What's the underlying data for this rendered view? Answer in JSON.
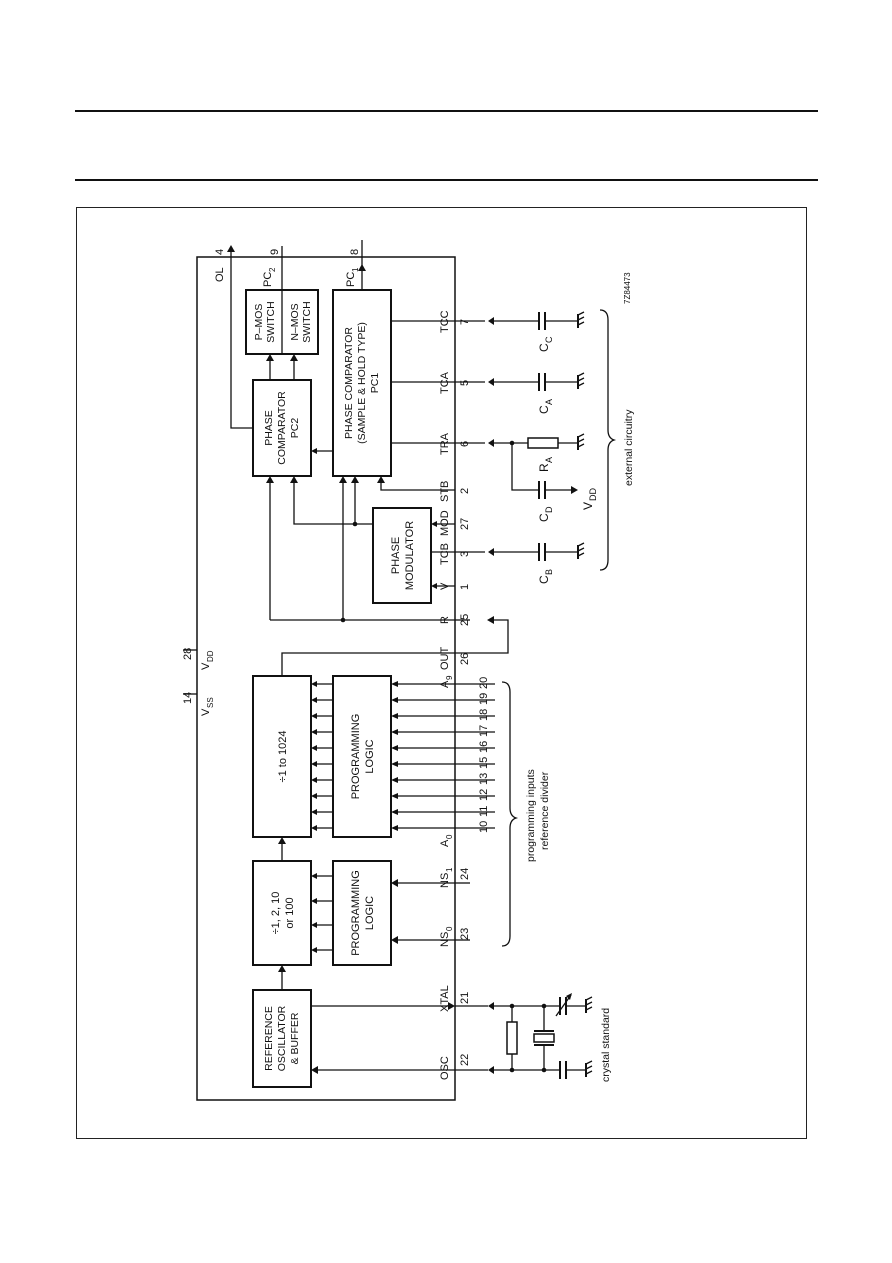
{
  "blocks": {
    "ref_osc": [
      "REFERENCE",
      "OSCILLATOR",
      "& BUFFER"
    ],
    "div_ns": [
      "÷1, 2, 10",
      "or 100"
    ],
    "prog_logic_1": [
      "PROGRAMMING",
      "LOGIC"
    ],
    "div_1024": [
      "÷1 to 1024"
    ],
    "prog_logic_2": [
      "PROGRAMMING",
      "LOGIC"
    ],
    "phase_mod": [
      "PHASE",
      "MODULATOR"
    ],
    "phase_comp_2": [
      "PHASE",
      "COMPARATOR",
      "PC2"
    ],
    "phase_comp_1": [
      "PHASE COMPARATOR",
      "(SAMPLE & HOLD TYPE)",
      "PC1"
    ],
    "pmos_switch": [
      "P–MOS",
      "SWITCH"
    ],
    "nmos_switch": [
      "N–MOS",
      "SWITCH"
    ]
  },
  "pins": {
    "osc": {
      "name": "OSC",
      "num": "22"
    },
    "xtal": {
      "name": "XTAL",
      "num": "21"
    },
    "ns0": {
      "name": "NS",
      "sub": "0",
      "num": "23"
    },
    "ns1": {
      "name": "NS",
      "sub": "1",
      "num": "24"
    },
    "a0": {
      "name": "A",
      "sub": "0"
    },
    "a9": {
      "name": "A",
      "sub": "9"
    },
    "prog_nums": [
      "10",
      "11",
      "12",
      "13",
      "15",
      "16",
      "17",
      "18",
      "19",
      "20"
    ],
    "out": {
      "name": "OUT",
      "num": "26"
    },
    "r": {
      "name": "R",
      "num": "25"
    },
    "v": {
      "name": "V",
      "num": "1"
    },
    "tcb": {
      "name": "TCB",
      "num": "3"
    },
    "mod": {
      "name": "MOD",
      "num": "27"
    },
    "stb": {
      "name": "STB",
      "num": "2"
    },
    "tra": {
      "name": "TRA",
      "num": "6"
    },
    "tca": {
      "name": "TCA",
      "num": "5"
    },
    "tcc": {
      "name": "TCC",
      "num": "7"
    },
    "ol": {
      "name": "OL",
      "num": "4"
    },
    "pc2": {
      "name": "PC",
      "sub": "2",
      "num": "9"
    },
    "pc1": {
      "name": "PC",
      "sub": "1",
      "num": "8"
    },
    "vss": {
      "name": "V",
      "sub": "SS",
      "num": "14"
    },
    "vdd": {
      "name": "V",
      "sub": "DD",
      "num": "28"
    }
  },
  "components": {
    "cb": {
      "name": "C",
      "sub": "B"
    },
    "cd": {
      "name": "C",
      "sub": "D"
    },
    "vdd_ext": {
      "name": "V",
      "sub": "DD"
    },
    "ra": {
      "name": "R",
      "sub": "A"
    },
    "ca": {
      "name": "C",
      "sub": "A"
    },
    "cc": {
      "name": "C",
      "sub": "C"
    }
  },
  "labels": {
    "external_circuitry": "external circuitry",
    "programming_inputs": "programming inputs",
    "reference_divider": "reference divider",
    "crystal_standard": "crystal standard",
    "figure_code": "7Z84473"
  }
}
